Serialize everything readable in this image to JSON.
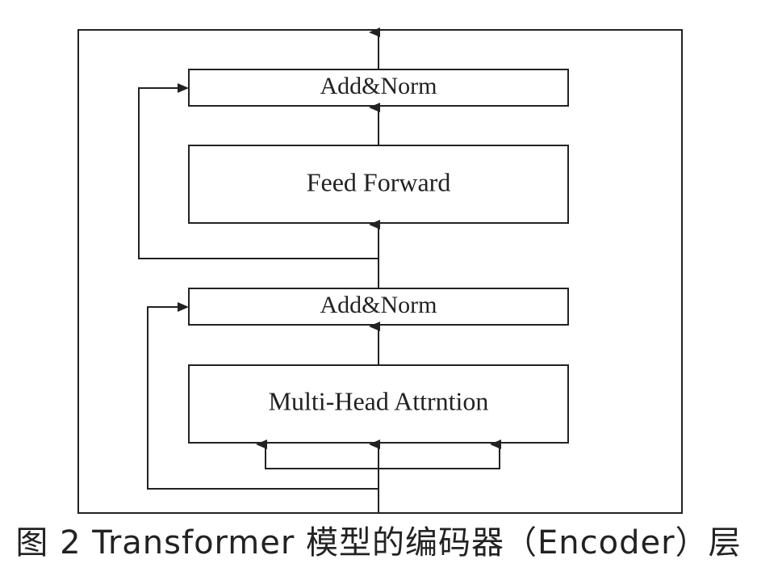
{
  "diagram": {
    "blocks": {
      "add_norm_top": "Add&Norm",
      "feed_forward": "Feed Forward",
      "add_norm_bottom": "Add&Norm",
      "multi_head_attention": "Multi-Head Attrntion"
    }
  },
  "caption": "图 2  Transformer 模型的编码器（Encoder）层",
  "colors": {
    "stroke": "#222222",
    "background": "#ffffff"
  }
}
